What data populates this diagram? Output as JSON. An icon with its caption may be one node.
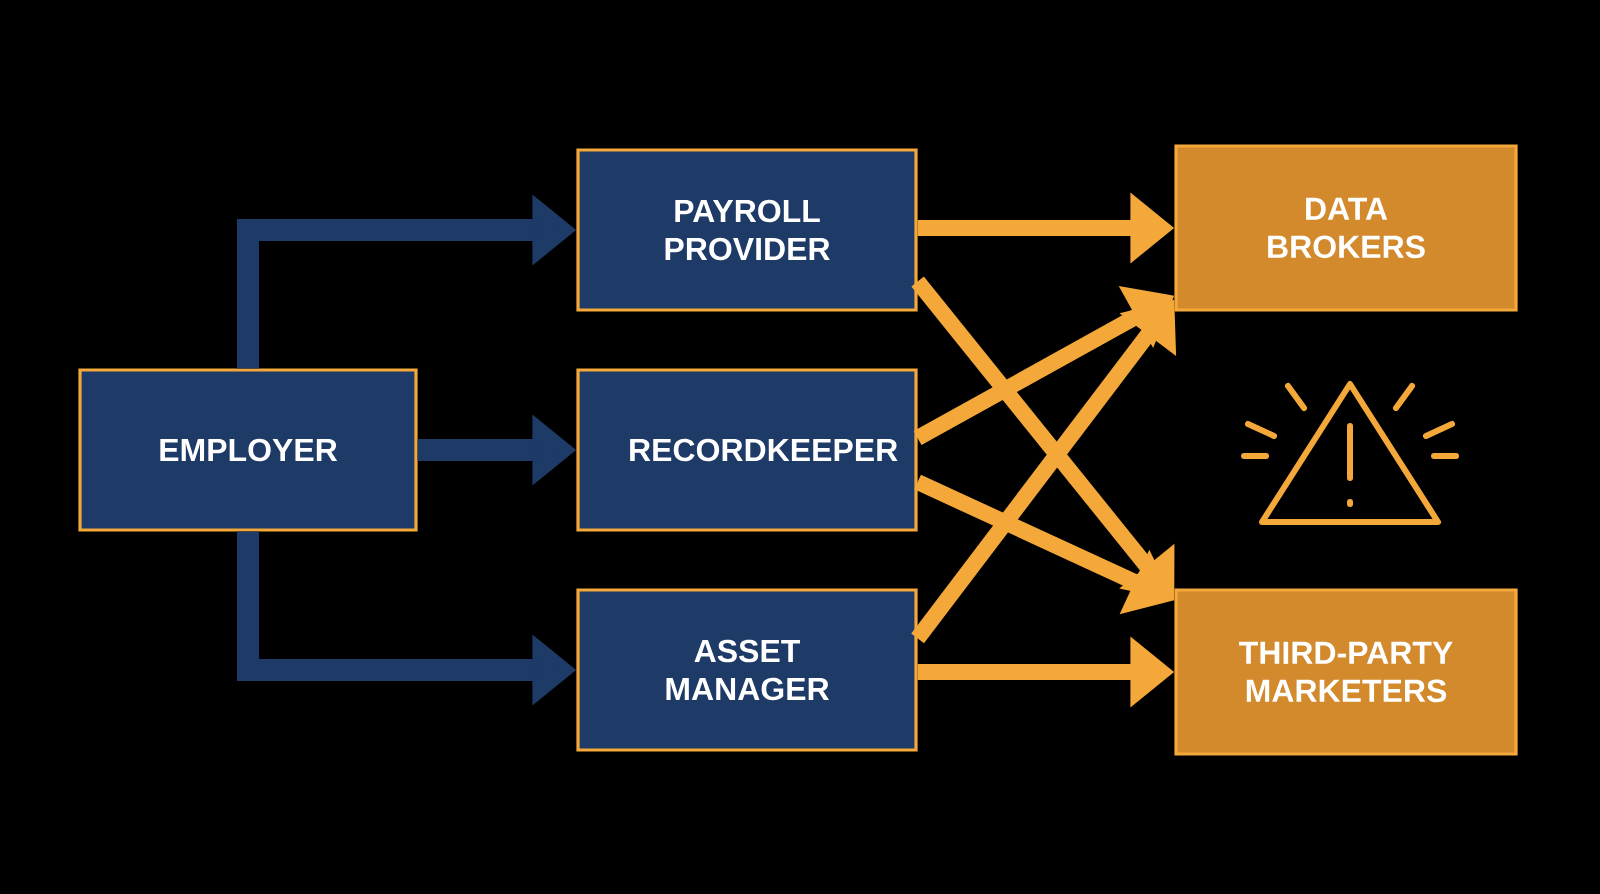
{
  "diagram": {
    "nodes": [
      {
        "text": [
          "EMPLOYER"
        ]
      },
      {
        "text": [
          "PAYROLL PROVIDER"
        ]
      },
      {
        "text": [
          "RECORDKEEPER"
        ]
      },
      {
        "text": [
          "ASSET MANAGER"
        ]
      },
      {
        "text": [
          "DATA BROKERS"
        ]
      },
      {
        "text": [
          "THIRD-PARTY MARKETERS"
        ]
      }
    ],
    "edges": [
      {
        "from": 0,
        "to": 1,
        "arrow": "to",
        "color": "#1e3a66"
      },
      {
        "from": 0,
        "to": 2,
        "arrow": "to",
        "color": "#1e3a66"
      },
      {
        "from": 0,
        "to": 3,
        "arrow": "to",
        "color": "#1e3a66"
      },
      {
        "from": 1,
        "to": 4,
        "arrow": "to"
      },
      {
        "from": 1,
        "to": 5,
        "arrow": "to"
      },
      {
        "from": 2,
        "to": 4,
        "arrow": "to"
      },
      {
        "from": 2,
        "to": 5,
        "arrow": "to"
      },
      {
        "from": 3,
        "to": 4,
        "arrow": "to"
      },
      {
        "from": 3,
        "to": 5,
        "arrow": "to"
      }
    ]
  }
}
